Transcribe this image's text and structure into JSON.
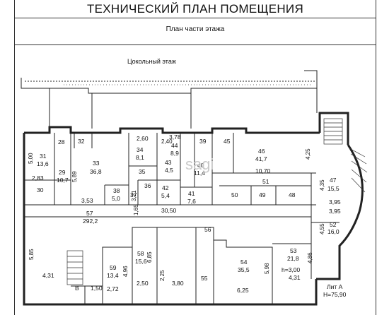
{
  "header": {
    "title": "ТЕХНИЧЕСКИЙ ПЛАН ПОМЕЩЕНИЯ",
    "subtitle": "План части этажа",
    "floor_label": "Цокольный этаж"
  },
  "watermark": "sagi",
  "footer": {
    "lit": "Лит А",
    "height": "H=75,90"
  },
  "room_labels": [
    "31",
    "13,6",
    "29",
    "10,7",
    "28",
    "32",
    "30",
    "33",
    "36,8",
    "34",
    "8,1",
    "35",
    "38",
    "5,0",
    "36",
    "37",
    "2,60",
    "3,78",
    "2,40",
    "44",
    "8,9",
    "43",
    "4,5",
    "39",
    "40",
    "11,4",
    "45",
    "46",
    "41,7",
    "42",
    "5,4",
    "41",
    "7,6",
    "51",
    "50",
    "49",
    "48",
    "47",
    "15,5",
    "52",
    "16,0",
    "57",
    "292,2",
    "58",
    "15,6",
    "59",
    "13,4",
    "56",
    "54",
    "35,5",
    "53",
    "21,8",
    "h=3,00",
    "55",
    "B"
  ],
  "dimension_labels": [
    "5,00",
    "2,83",
    "5,89",
    "3,53",
    "3,21",
    "1,65",
    "30,50",
    "10,70",
    "4,35",
    "3,95",
    "3,95",
    "4,55",
    "4,25",
    "6,85",
    "4,96",
    "5,98",
    "4,86",
    "2,25",
    "2,50",
    "3,80",
    "6,25",
    "4,31",
    "4,31",
    "1,50",
    "2,72",
    "5,85"
  ]
}
